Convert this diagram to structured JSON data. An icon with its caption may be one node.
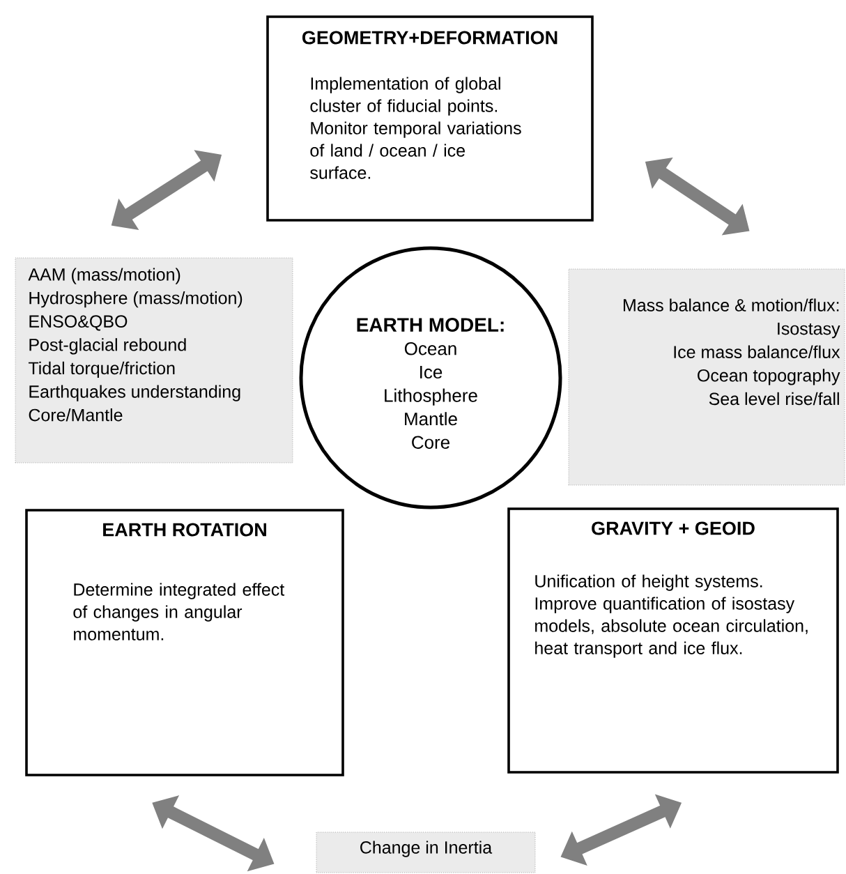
{
  "diagram": {
    "nodes": [
      {
        "text": [
          "GEOMETRY+DEFORMATION",
          "Implementation of global cluster of fiducial points. Monitor temporal variations of land / ocean / ice surface."
        ]
      },
      {
        "text": [
          "AAM (mass/motion)",
          "Hydrosphere (mass/motion)",
          "ENSO&QBO",
          "Post-glacial rebound",
          "Tidal torque/friction",
          "Earthquakes understanding",
          "Core/Mantle"
        ]
      },
      {
        "text": [
          "EARTH MODEL:",
          "Ocean",
          "Ice",
          "Lithosphere",
          "Mantle",
          "Core"
        ]
      },
      {
        "text": [
          "Mass balance & motion/flux:",
          "Isostasy",
          "Ice mass balance/flux",
          "Ocean topography",
          "Sea level rise/fall"
        ]
      },
      {
        "text": [
          "EARTH  ROTATION",
          "Determine integrated effect of changes in angular momentum."
        ]
      },
      {
        "text": [
          "GRAVITY + GEOID",
          "Unification of height systems. Improve quantification of isostasy models, absolute ocean circulation, heat transport and ice flux."
        ]
      },
      {
        "text": [
          "Change in Inertia"
        ]
      }
    ],
    "edges": [
      {
        "from": 1,
        "to": 0,
        "arrow": "both"
      },
      {
        "from": 0,
        "to": 3,
        "arrow": "both"
      },
      {
        "from": 4,
        "to": 6,
        "arrow": "both"
      },
      {
        "from": 6,
        "to": 5,
        "arrow": "both"
      }
    ]
  }
}
